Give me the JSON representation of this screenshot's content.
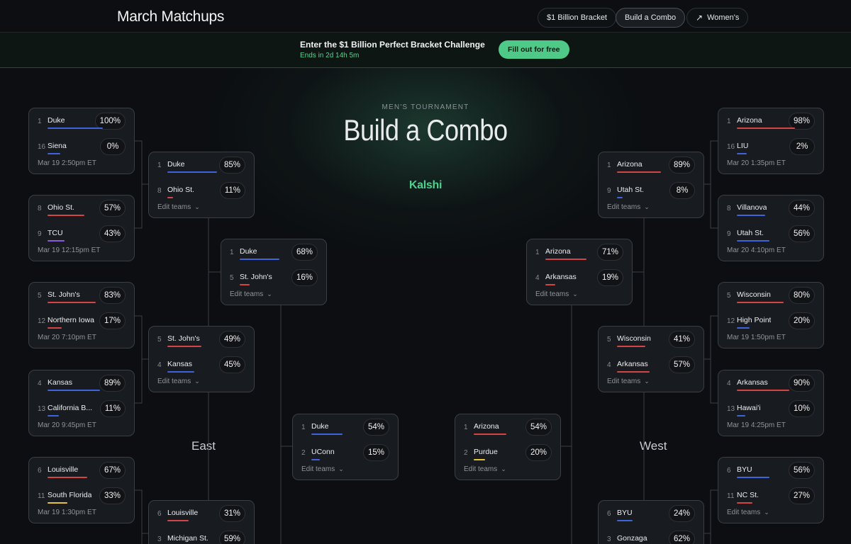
{
  "header": {
    "brand": "March Matchups",
    "nav": [
      {
        "label": "$1 Billion Bracket"
      },
      {
        "label": "Build a Combo"
      },
      {
        "label": "Women's"
      }
    ]
  },
  "banner": {
    "title": "Enter the $1 Billion Perfect Bracket Challenge",
    "countdown": "Ends in 2d 14h 5m",
    "cta": "Fill out for free"
  },
  "hero": {
    "eyebrow": "MEN'S TOURNAMENT",
    "title": "Build a Combo",
    "sponsor": "Kalshi"
  },
  "regions": {
    "left": "East",
    "right": "West"
  },
  "colors": {
    "blue": "#3f63d8",
    "red": "#d64545",
    "purple": "#8a5cd8",
    "yellow": "#e8c23a",
    "accent": "#4fc987"
  },
  "cards": [
    {
      "seed1": "1",
      "team1": "Duke",
      "pct1": "100%",
      "c1": "#3f63d8",
      "w1": 78,
      "seed2": "16",
      "team2": "Siena",
      "pct2": "0%",
      "c2": "#3f63d8",
      "w2": 18,
      "foot": "Mar 19 2:50pm ET"
    },
    {
      "seed1": "8",
      "team1": "Ohio St.",
      "pct1": "57%",
      "c1": "#d64545",
      "w1": 52,
      "seed2": "9",
      "team2": "TCU",
      "pct2": "43%",
      "c2": "#8a5cd8",
      "w2": 24,
      "foot": "Mar 19 12:15pm ET"
    },
    {
      "seed1": "5",
      "team1": "St. John's",
      "pct1": "83%",
      "c1": "#d64545",
      "w1": 68,
      "seed2": "12",
      "team2": "Northern Iowa",
      "pct2": "17%",
      "c2": "#d64545",
      "w2": 20,
      "foot": "Mar 20 7:10pm ET"
    },
    {
      "seed1": "4",
      "team1": "Kansas",
      "pct1": "89%",
      "c1": "#3f63d8",
      "w1": 74,
      "seed2": "13",
      "team2": "California B...",
      "pct2": "11%",
      "c2": "#3f63d8",
      "w2": 16,
      "foot": "Mar 20 9:45pm ET"
    },
    {
      "seed1": "6",
      "team1": "Louisville",
      "pct1": "67%",
      "c1": "#d64545",
      "w1": 56,
      "seed2": "11",
      "team2": "South Florida",
      "pct2": "33%",
      "c2": "#e8c23a",
      "w2": 28,
      "foot": "Mar 19 1:30pm ET"
    },
    {
      "seed1": "1",
      "team1": "Duke",
      "pct1": "85%",
      "c1": "#3f63d8",
      "w1": 70,
      "seed2": "8",
      "team2": "Ohio St.",
      "pct2": "11%",
      "c2": "#d64545",
      "w2": 8,
      "foot": "Edit teams"
    },
    {
      "seed1": "5",
      "team1": "St. John's",
      "pct1": "49%",
      "c1": "#d64545",
      "w1": 48,
      "seed2": "4",
      "team2": "Kansas",
      "pct2": "45%",
      "c2": "#3f63d8",
      "w2": 38,
      "foot": "Edit teams"
    },
    {
      "seed1": "6",
      "team1": "Louisville",
      "pct1": "31%",
      "c1": "#d64545",
      "w1": 30,
      "seed2": "3",
      "team2": "Michigan St.",
      "pct2": "59%",
      "c2": "#3f63d8",
      "w2": 50,
      "foot": "Edit teams"
    },
    {
      "seed1": "1",
      "team1": "Duke",
      "pct1": "68%",
      "c1": "#3f63d8",
      "w1": 56,
      "seed2": "5",
      "team2": "St. John's",
      "pct2": "16%",
      "c2": "#d64545",
      "w2": 14,
      "foot": "Edit teams"
    },
    {
      "seed1": "1",
      "team1": "Duke",
      "pct1": "54%",
      "c1": "#3f63d8",
      "w1": 44,
      "seed2": "2",
      "team2": "UConn",
      "pct2": "15%",
      "c2": "#3f63d8",
      "w2": 12,
      "foot": "Edit teams"
    },
    {
      "seed1": "1",
      "team1": "Arizona",
      "pct1": "54%",
      "c1": "#d64545",
      "w1": 46,
      "seed2": "2",
      "team2": "Purdue",
      "pct2": "20%",
      "c2": "#e8c23a",
      "w2": 16,
      "foot": "Edit teams"
    },
    {
      "seed1": "1",
      "team1": "Arizona",
      "pct1": "71%",
      "c1": "#d64545",
      "w1": 58,
      "seed2": "4",
      "team2": "Arkansas",
      "pct2": "19%",
      "c2": "#d64545",
      "w2": 14,
      "foot": "Edit teams"
    },
    {
      "seed1": "1",
      "team1": "Arizona",
      "pct1": "89%",
      "c1": "#d64545",
      "w1": 62,
      "seed2": "9",
      "team2": "Utah St.",
      "pct2": "8%",
      "c2": "#3f63d8",
      "w2": 8,
      "foot": "Edit teams"
    },
    {
      "seed1": "5",
      "team1": "Wisconsin",
      "pct1": "41%",
      "c1": "#d64545",
      "w1": 40,
      "seed2": "4",
      "team2": "Arkansas",
      "pct2": "57%",
      "c2": "#d64545",
      "w2": 46,
      "foot": "Edit teams"
    },
    {
      "seed1": "6",
      "team1": "BYU",
      "pct1": "24%",
      "c1": "#3f63d8",
      "w1": 22,
      "seed2": "3",
      "team2": "Gonzaga",
      "pct2": "62%",
      "c2": "#3f63d8",
      "w2": 48,
      "foot": "Edit teams"
    },
    {
      "seed1": "1",
      "team1": "Arizona",
      "pct1": "98%",
      "c1": "#d64545",
      "w1": 82,
      "seed2": "16",
      "team2": "LIU",
      "pct2": "2%",
      "c2": "#3f63d8",
      "w2": 14,
      "foot": "Mar 20 1:35pm ET"
    },
    {
      "seed1": "8",
      "team1": "Villanova",
      "pct1": "44%",
      "c1": "#3f63d8",
      "w1": 40,
      "seed2": "9",
      "team2": "Utah St.",
      "pct2": "56%",
      "c2": "#3f63d8",
      "w2": 46,
      "foot": "Mar 20 4:10pm ET"
    },
    {
      "seed1": "5",
      "team1": "Wisconsin",
      "pct1": "80%",
      "c1": "#d64545",
      "w1": 66,
      "seed2": "12",
      "team2": "High Point",
      "pct2": "20%",
      "c2": "#3f63d8",
      "w2": 18,
      "foot": "Mar 19 1:50pm ET"
    },
    {
      "seed1": "4",
      "team1": "Arkansas",
      "pct1": "90%",
      "c1": "#d64545",
      "w1": 74,
      "seed2": "13",
      "team2": "Hawai'i",
      "pct2": "10%",
      "c2": "#3f63d8",
      "w2": 12,
      "foot": "Mar 19 4:25pm ET"
    },
    {
      "seed1": "6",
      "team1": "BYU",
      "pct1": "56%",
      "c1": "#3f63d8",
      "w1": 46,
      "seed2": "11",
      "team2": "NC St.",
      "pct2": "27%",
      "c2": "#d64545",
      "w2": 22,
      "foot": "Edit teams"
    }
  ]
}
